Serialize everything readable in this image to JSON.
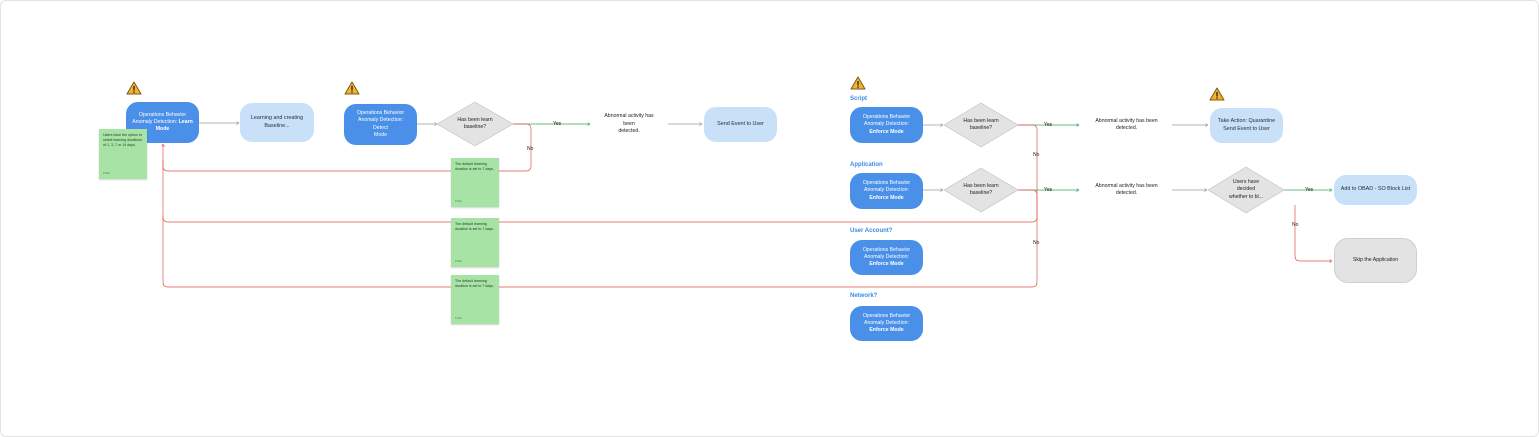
{
  "nodes": {
    "learn_mode": {
      "line1": "Operations Behavior",
      "line2": "Anomaly Detection: ",
      "bold": "Learn Mode"
    },
    "learning_baseline": {
      "line1": "Learning and creating",
      "line2": "Baseline..."
    },
    "detect_mode": {
      "line1": "Operations Behavior",
      "line2": "Anomaly Detection: Detect",
      "line3": "Mode"
    },
    "diamond_top": {
      "line1": "Has been learn",
      "line2": "baseline?"
    },
    "abnormal_top": {
      "line1": "Abnormal activity has been",
      "line2": "detected."
    },
    "send_event": "Send Event to User",
    "script_enforce": {
      "line1": "Operations Behavior",
      "line2": "Anomaly Detection:",
      "bold": "Enforce Mode"
    },
    "diamond_script": {
      "line1": "Has been learn",
      "line2": "baseline?"
    },
    "abnormal_script": "Abnormal activity has been detected.",
    "take_action": {
      "line1": "Take Action: Quarantine",
      "line2": "Send Event to User"
    },
    "app_enforce": {
      "line1": "Operations Behavior",
      "line2": "Anomaly Detection:",
      "bold": "Enforce Mode"
    },
    "diamond_app": {
      "line1": "Has been learn",
      "line2": "baseline?"
    },
    "abnormal_app": "Abnormal activity has been detected.",
    "diamond_users": {
      "line1": "Users have",
      "line2": "decided",
      "line3": "whether to bl..."
    },
    "add_block": "Add to OBAD - SO Block List",
    "skip_app": "Skip the Application",
    "user_enforce": {
      "line1": "Operations Behavior",
      "line2": "Anomaly Detection:",
      "bold": "Enforce Mode"
    },
    "network_enforce": {
      "line1": "Operations Behavior",
      "line2": "Anomaly Detection:",
      "bold": "Enforce Mode"
    }
  },
  "sections": {
    "script": "Script",
    "application": "Application",
    "user_account": "User Account?",
    "network": "Network?"
  },
  "edges": {
    "yes_top": "Yes",
    "no_top": "No",
    "yes_script": "Yes",
    "no_script": "No",
    "yes_app": "Yes",
    "no_app": "No",
    "yes_users": "Yes",
    "no_users": "No"
  },
  "stickies": {
    "left": {
      "text": "Users have the option to select learning durations of 1, 3, 7 or 14 days.",
      "sig": "Trutz"
    },
    "s1": {
      "text": "The default learning duration is set to 7 days.",
      "sig": "Trutz"
    },
    "s2": {
      "text": "The default learning duration is set to 7 days.",
      "sig": "Trutz"
    },
    "s3": {
      "text": "The default learning duration is set to 7 days.",
      "sig": "Trutz"
    }
  },
  "icons": {
    "warning": "warning-triangle-icon"
  },
  "colors": {
    "primary_blue": "#4a90e8",
    "light_blue": "#c9e1f8",
    "section_blue": "#3b8ae6",
    "sticky_green": "#a6e3a5",
    "yes_green": "#3aa55a",
    "no_red": "#e0564a",
    "connector_grey": "#9a9a9a",
    "warning_yellow": "#f2b233"
  }
}
